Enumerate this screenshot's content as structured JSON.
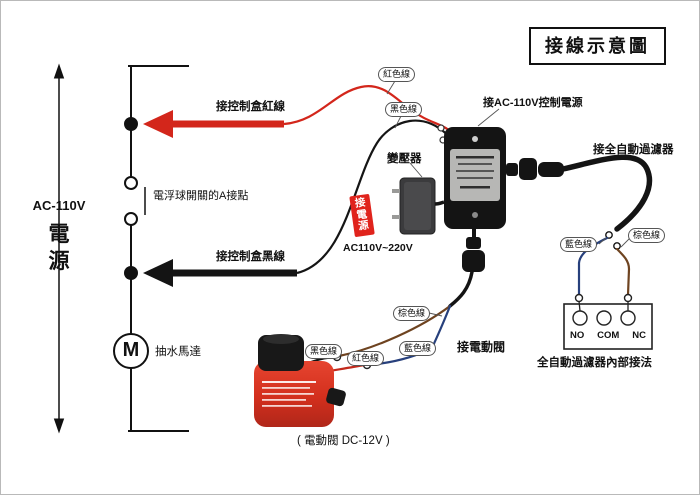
{
  "title": "接線示意圖",
  "power": {
    "ac_label": "AC-110V",
    "name": "電源",
    "float_switch_label": "電浮球開關的A接點",
    "red_arrow_label": "接控制盒紅線",
    "black_arrow_label": "接控制盒黑線",
    "motor_letter": "M",
    "motor_label": "抽水馬達"
  },
  "control_box": {
    "power_label": "接AC-110V控制電源",
    "red_wire_label": "紅色線",
    "black_wire_label": "黑色線"
  },
  "transformer": {
    "name": "變壓器",
    "plug_tag": "接電源",
    "voltage": "AC110V~220V"
  },
  "filter": {
    "connect_label": "接全自動過濾器",
    "blue_wire_label": "藍色線",
    "brown_wire_label": "棕色線",
    "terminals": [
      "NO",
      "COM",
      "NC"
    ],
    "internal_label": "全自動過濾器內部接法"
  },
  "valve": {
    "connect_label": "接電動閥",
    "brown_wire_label": "棕色線",
    "blue_wire_label": "藍色線",
    "black_wire_label": "黑色線",
    "red_wire_label": "紅色線",
    "caption": "( 電動閥 DC-12V )"
  }
}
